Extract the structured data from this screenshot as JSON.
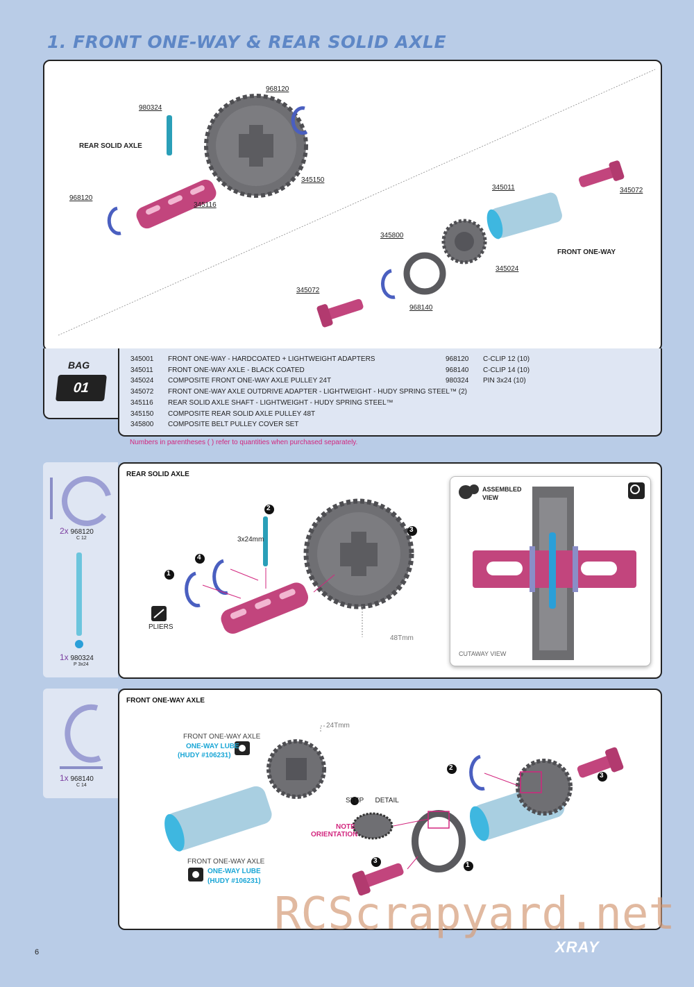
{
  "page": {
    "title": "1. FRONT ONE-WAY & REAR SOLID AXLE",
    "page_number": "6",
    "watermark": "RCScrapyard.net",
    "brand": "XRAY"
  },
  "exploded": {
    "labels": {
      "rear_axle": "REAR SOLID AXLE",
      "front_oneway": "FRONT ONE-WAY",
      "p980324": "980324",
      "p968120a": "968120",
      "p968120b": "968120",
      "p345150": "345150",
      "p345116": "345116",
      "p345011": "345011",
      "p345072a": "345072",
      "p345072b": "345072",
      "p345800": "345800",
      "p345024": "345024",
      "p968140": "968140"
    }
  },
  "bag": {
    "label": "BAG",
    "number": "01"
  },
  "parts_list": {
    "left": [
      {
        "code": "345001",
        "desc": "FRONT ONE-WAY - HARDCOATED + LIGHTWEIGHT ADAPTERS"
      },
      {
        "code": "345011",
        "desc": "FRONT ONE-WAY AXLE - BLACK COATED"
      },
      {
        "code": "345024",
        "desc": "COMPOSITE FRONT ONE-WAY AXLE PULLEY 24T"
      },
      {
        "code": "345072",
        "desc": "FRONT ONE-WAY AXLE OUTDRIVE ADAPTER - LIGHTWEIGHT - HUDY SPRING STEEL™ (2)"
      },
      {
        "code": "345116",
        "desc": "REAR SOLID AXLE SHAFT - LIGHTWEIGHT - HUDY SPRING STEEL™"
      },
      {
        "code": "345150",
        "desc": "COMPOSITE REAR SOLID AXLE PULLEY 48T"
      },
      {
        "code": "345800",
        "desc": "COMPOSITE BELT PULLEY COVER SET"
      }
    ],
    "right": [
      {
        "code": "968120",
        "desc": "C-CLIP 12 (10)"
      },
      {
        "code": "968140",
        "desc": "C-CLIP 14 (10)"
      },
      {
        "code": "980324",
        "desc": "PIN 3x24 (10)"
      }
    ],
    "note": "Numbers in parentheses ( ) refer to quantities when purchased separately."
  },
  "rear_section": {
    "title": "REAR SOLID AXLE",
    "side": {
      "clip_qty": "2x",
      "clip_code": "968120",
      "clip_sub": "C 12",
      "pin_qty": "1x",
      "pin_code": "980324",
      "pin_sub": "P 3x24"
    },
    "steps": [
      "1",
      "2",
      "3",
      "4"
    ],
    "pin_size": "3x24mm",
    "pulley_size": "48Tmm",
    "tool": "PLIERS",
    "assembled_view": "ASSEMBLED VIEW",
    "cutaway_view": "CUTAWAY VIEW"
  },
  "front_section": {
    "title": "FRONT ONE-WAY AXLE",
    "side": {
      "clip_qty": "1x",
      "clip_code": "968140",
      "clip_sub": "C 14"
    },
    "axle_label_1": "FRONT ONE-WAY AXLE",
    "lube_1": "ONE-WAY LUBE",
    "lube_code_1": "(HUDY #106231)",
    "axle_label_2": "FRONT ONE-WAY AXLE",
    "lube_2": "ONE-WAY LUBE",
    "lube_code_2": "(HUDY #106231)",
    "pulley_size": "24Tmm",
    "step_detail": "STEP",
    "step_detail_num": "1",
    "step_detail_suffix": "DETAIL",
    "note_orientation_1": "NOTE",
    "note_orientation_2": "ORIENTATION",
    "steps": [
      "1",
      "2",
      "3",
      "3"
    ]
  }
}
